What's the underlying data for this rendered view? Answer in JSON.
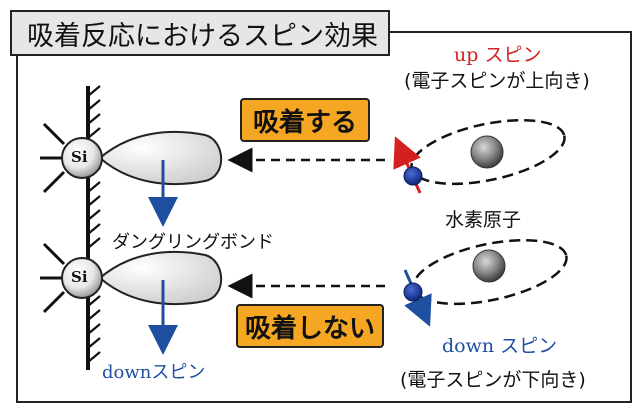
{
  "title": "吸着反応におけるスピン効果",
  "si_label": "Si",
  "dangling_bond_label": "ダングリングボンド",
  "down_spin_left_label": "downスピン",
  "adsorb_label": "吸着する",
  "not_adsorb_label": "吸着しない",
  "up_spin_label": "up スピン",
  "up_spin_desc": "(電子スピンが上向き)",
  "hydrogen_label": "水素原子",
  "down_spin_right_label": "down スピン",
  "down_spin_desc": "(電子スピンが下向き)",
  "colors": {
    "badge": "#f5a623",
    "spin_blue": "#1f4fa0",
    "spin_red": "#d42020",
    "electron": "#1a3a9a",
    "title_bg": "#e6e6e6"
  }
}
